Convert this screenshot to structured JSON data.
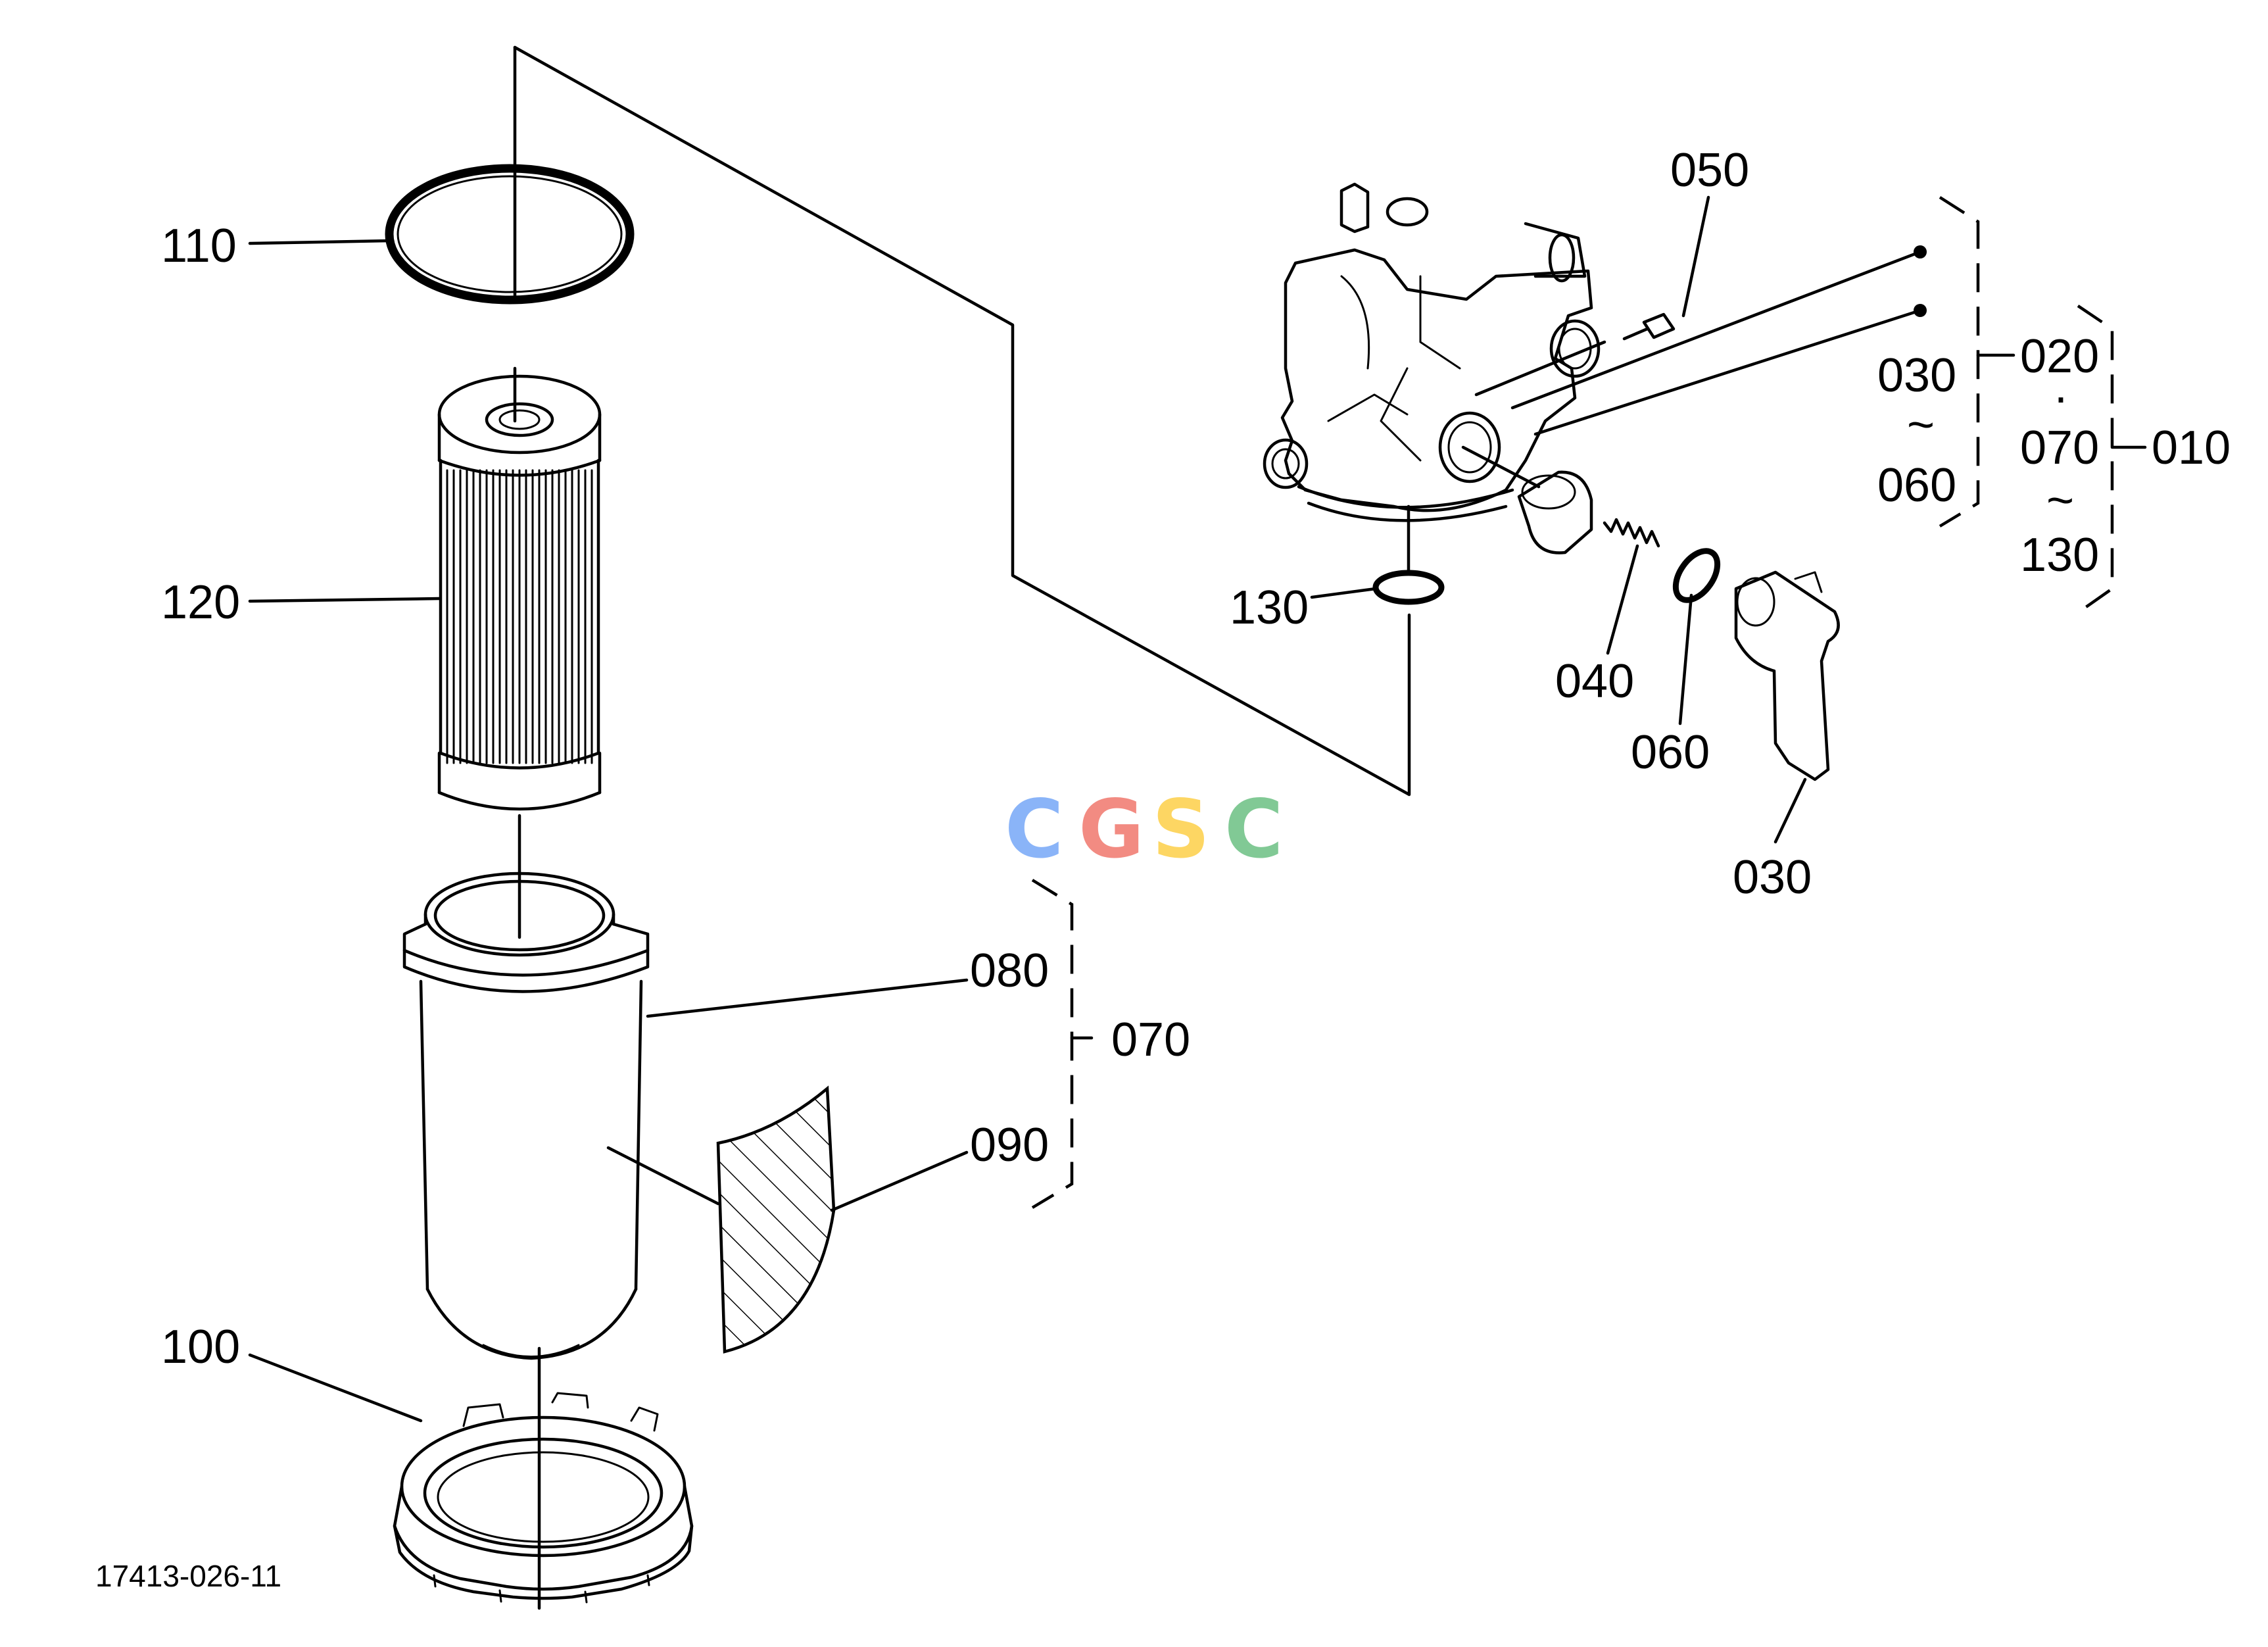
{
  "parts": [
    {
      "id": "p050",
      "label": "050"
    },
    {
      "id": "p030a",
      "label": "030"
    },
    {
      "id": "p060a",
      "label": "060"
    },
    {
      "id": "p020",
      "label": "020"
    },
    {
      "id": "p070a",
      "label": "070"
    },
    {
      "id": "p010",
      "label": "010"
    },
    {
      "id": "p130a",
      "label": "130"
    },
    {
      "id": "p110",
      "label": "110"
    },
    {
      "id": "p120",
      "label": "120"
    },
    {
      "id": "p130",
      "label": "130"
    },
    {
      "id": "p040",
      "label": "040"
    },
    {
      "id": "p060",
      "label": "060"
    },
    {
      "id": "p030",
      "label": "030"
    },
    {
      "id": "p080",
      "label": "080"
    },
    {
      "id": "p070",
      "label": "070"
    },
    {
      "id": "p090",
      "label": "090"
    },
    {
      "id": "p100",
      "label": "100"
    }
  ],
  "range_symbols": {
    "dot": "·",
    "tilde": "~"
  },
  "drawing_number": "17413-026-11",
  "watermark": {
    "letters": [
      "C",
      "G",
      "S",
      "C"
    ],
    "colors": [
      "#8ab4f8",
      "#f28b82",
      "#fdd663",
      "#81c995"
    ]
  }
}
